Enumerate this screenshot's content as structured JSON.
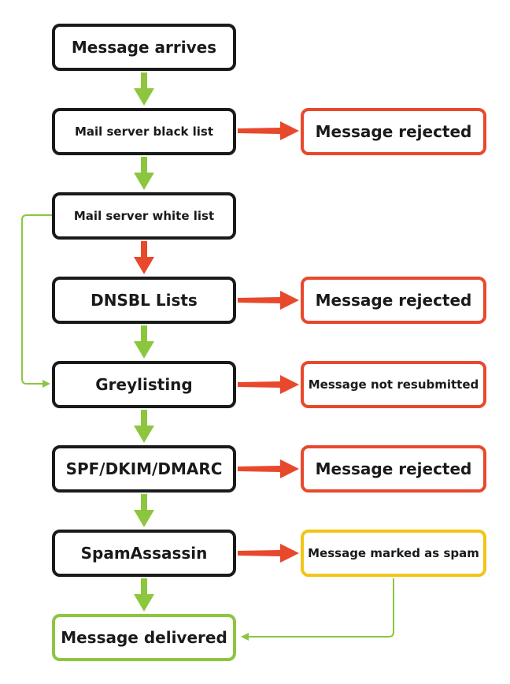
{
  "colors": {
    "flow": "#8cc63f",
    "reject": "#e8482c",
    "warn": "#f2c418",
    "stage": "#1a1a1a"
  },
  "stages": {
    "arrives": "Message arrives",
    "blacklist": "Mail server black list",
    "whitelist": "Mail server white list",
    "dnsbl": "DNSBL Lists",
    "greylisting": "Greylisting",
    "auth": "SPF/DKIM/DMARC",
    "spamassassin": "SpamAssassin",
    "delivered": "Message delivered"
  },
  "outcomes": {
    "blacklist_rejected": "Message rejected",
    "dnsbl_rejected": "Message rejected",
    "grey_not_resubmitted": "Message not resubmitted",
    "auth_rejected": "Message rejected",
    "marked_spam": "Message marked as spam"
  }
}
